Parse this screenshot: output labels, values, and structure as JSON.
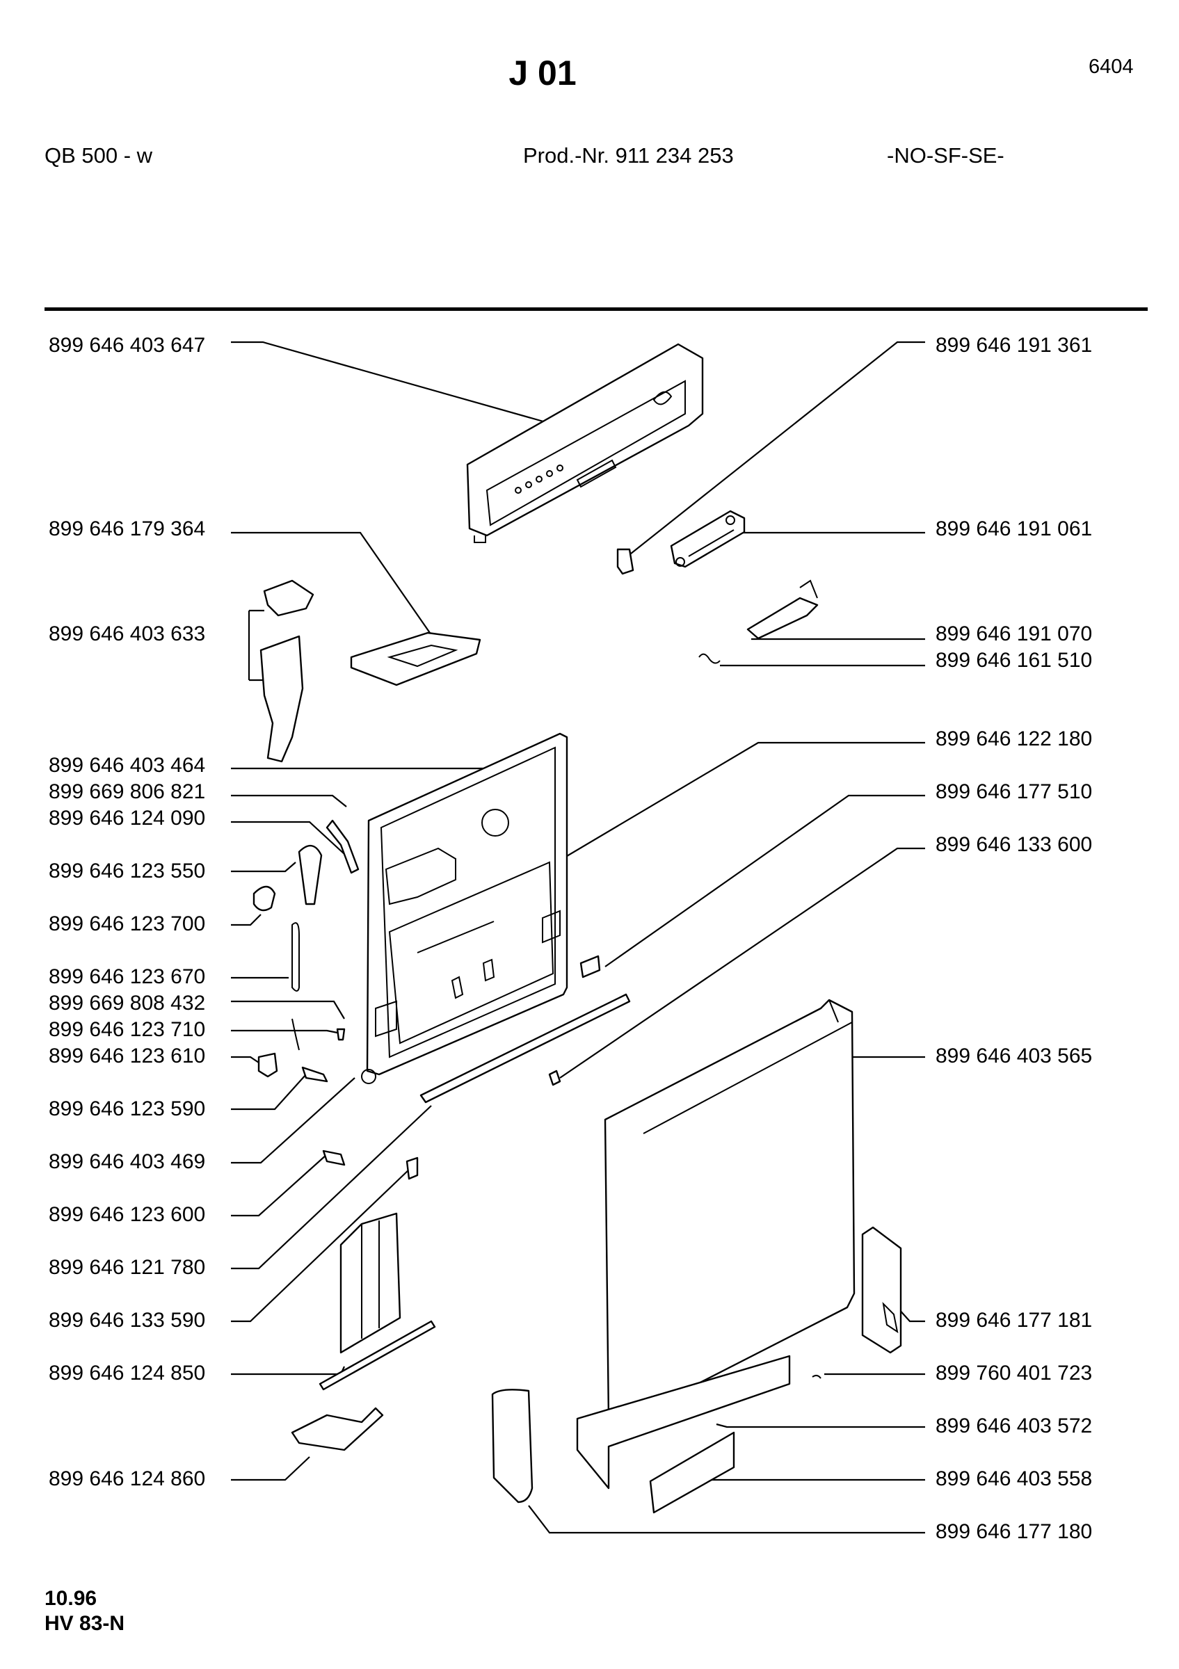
{
  "header": {
    "title": "J 01",
    "page_code": "6404",
    "model": "QB 500 - w",
    "product_number": "Prod.-Nr. 911 234 253",
    "region": "-NO-SF-SE-"
  },
  "parts_left": [
    "899 646 403 647",
    "899 646 179 364",
    "899 646 403 633",
    "899 646 403 464",
    "899 669 806 821",
    "899 646 124 090",
    "899 646 123 550",
    "899 646 123 700",
    "899 646 123 670",
    "899 669 808 432",
    "899 646 123 710",
    "899 646 123 610",
    "899 646 123 590",
    "899 646 403 469",
    "899 646 123 600",
    "899 646 121 780",
    "899 646 133 590",
    "899 646 124 850",
    "899 646 124 860"
  ],
  "parts_right": [
    "899 646 191 361",
    "899 646 191 061",
    "899 646 191 070",
    "899 646 161 510",
    "899 646 122 180",
    "899 646 177 510",
    "899 646 133 600",
    "899 646 403 565",
    "899 646 177 181",
    "899 760 401 723",
    "899 646 403 572",
    "899 646 403 558",
    "899 646 177 180"
  ],
  "footer": {
    "date": "10.96",
    "code": "HV 83-N"
  }
}
